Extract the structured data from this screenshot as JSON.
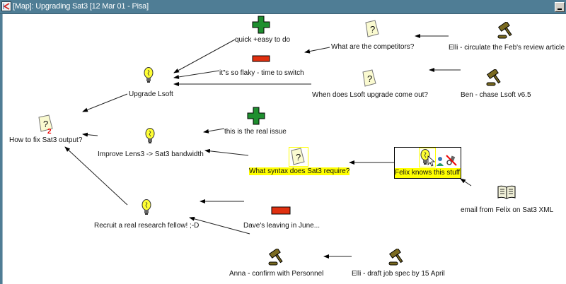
{
  "window": {
    "title": "[Map]: Upgrading Sat3 [12 Mar 01 - Pisa]",
    "icon": "map-icon",
    "minimize_icon": "minimize-icon"
  },
  "nodes": {
    "how_to_fix": {
      "label": "How to fix Sat3 output?",
      "type": "question",
      "icon": "question-note-icon",
      "badge": "2"
    },
    "upgrade_lsoft": {
      "label": "Upgrade Lsoft",
      "type": "idea",
      "icon": "lightbulb-icon"
    },
    "improve_lens3": {
      "label": "Improve Lens3 -> Sat3 bandwidth",
      "type": "idea",
      "icon": "lightbulb-icon"
    },
    "recruit": {
      "label": "Recruit a real research fellow! ;-D",
      "type": "idea",
      "icon": "lightbulb-icon"
    },
    "quick_easy": {
      "label": "quick +easy to do",
      "type": "pro",
      "icon": "plus-icon"
    },
    "flaky": {
      "label": "it\"s so flaky - time to switch",
      "type": "con",
      "icon": "minus-icon"
    },
    "competitors": {
      "label": "What are the competitors?",
      "type": "question",
      "icon": "question-note-icon"
    },
    "elli_circulate": {
      "label": "Elli - circulate the Feb's review article",
      "type": "action",
      "icon": "gavel-icon"
    },
    "when_lsoft": {
      "label": "When does Lsoft upgrade come out?",
      "type": "question",
      "icon": "question-note-icon"
    },
    "ben_chase": {
      "label": "Ben - chase Lsoft v6.5",
      "type": "action",
      "icon": "gavel-icon"
    },
    "real_issue": {
      "label": "this is the real issue",
      "type": "pro",
      "icon": "plus-icon"
    },
    "syntax": {
      "label": "What syntax does Sat3 require?",
      "type": "question",
      "icon": "question-note-icon",
      "highlighted": true
    },
    "felix_knows": {
      "label": "Felix knows this stuff",
      "type": "idea",
      "icon": "lightbulb-icon",
      "selected": true,
      "extra_icons": [
        "person-icon",
        "crossed-tool-icon"
      ]
    },
    "email_felix": {
      "label": "email from Felix on Sat3 XML",
      "type": "reference",
      "icon": "book-icon"
    },
    "dave_leaving": {
      "label": "Dave's leaving in June...",
      "type": "con",
      "icon": "minus-icon"
    },
    "anna_confirm": {
      "label": "Anna - confirm with Personnel",
      "type": "action",
      "icon": "gavel-icon"
    },
    "elli_draft": {
      "label": "Elli - draft job spec by 15 April",
      "type": "action",
      "icon": "gavel-icon"
    }
  },
  "colors": {
    "titlebar": "#4f7d95",
    "highlight": "#ffff00",
    "plus": "#1f8f2f",
    "minus": "#e03010",
    "bulb": "#ffff33",
    "gavel": "#7a6a20",
    "badge": "#ee0000"
  }
}
